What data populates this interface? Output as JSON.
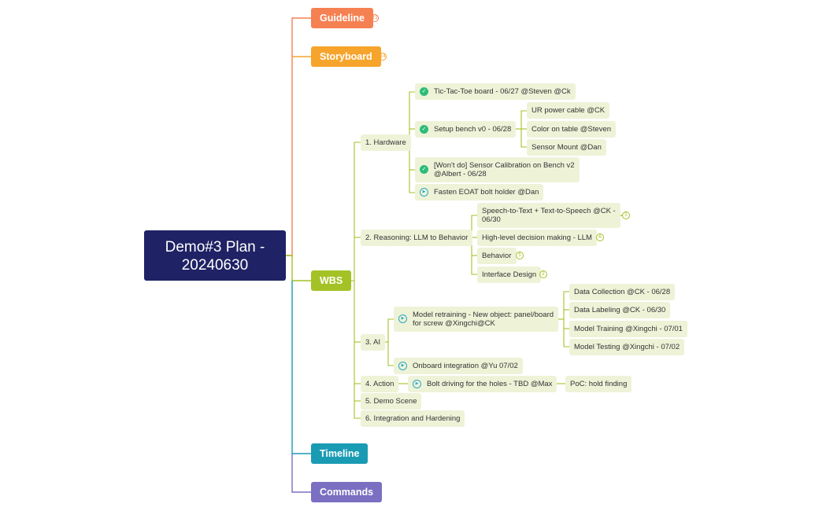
{
  "root": {
    "line1": "Demo#3 Plan -",
    "line2": "20240630"
  },
  "branches": {
    "guideline": {
      "label": "Guideline",
      "count": "21",
      "color": "#f58052"
    },
    "storyboard": {
      "label": "Storyboard",
      "count": "14",
      "color": "#f6a42b"
    },
    "wbs": {
      "label": "WBS",
      "color": "#a4c225"
    },
    "timeline": {
      "label": "Timeline",
      "color": "#1a9bb4"
    },
    "commands": {
      "label": "Commands",
      "color": "#7a6fc1"
    }
  },
  "wbs": {
    "hardware": {
      "label": "1. Hardware",
      "tictactoe": "Tic-Tac-Toe board - 06/27 @Steven @Ck",
      "setup_bench": "Setup bench v0 - 06/28",
      "ur_power": "UR power cable @CK",
      "color_table": "Color on table @Steven",
      "sensor_mount": "Sensor Mount @Dan",
      "sensor_calib_line1": "[Won't do] Sensor Calibration on Bench v2",
      "sensor_calib_line2": "@Albert - 06/28",
      "fasten": "Fasten EOAT bolt holder @Dan"
    },
    "reasoning": {
      "label": "2. Reasoning: LLM to Behavior",
      "speech_line1": "Speech-to-Text + Text-to-Speech @CK -",
      "speech_line2": "06/30",
      "speech_count": "5",
      "decision": "High-level decision making - LLM",
      "decision_count": "6",
      "behavior": "Behavior",
      "behavior_count": "5",
      "interface": "Interface Design",
      "interface_count": "2"
    },
    "ai": {
      "label": "3. AI",
      "retrain_line1": "Model retraining - New object: panel/board",
      "retrain_line2": "for screw @Xingchi@CK",
      "data_collection": "Data Collection @CK - 06/28",
      "data_labeling": "Data Labeling @CK - 06/30",
      "model_training": "Model Training @Xingchi - 07/01",
      "model_testing": "Model Testing @Xingchi - 07/02",
      "onboard": "Onboard integration @Yu 07/02"
    },
    "action": {
      "label": "4. Action",
      "bolt": "Bolt driving for the holes - TBD @Max",
      "poc": "PoC: hold finding"
    },
    "demo_scene": "5. Demo Scene",
    "integration": "6. Integration and Hardening"
  },
  "icons": {
    "done": "check-circle-icon",
    "in_progress": "play-circle-icon"
  }
}
